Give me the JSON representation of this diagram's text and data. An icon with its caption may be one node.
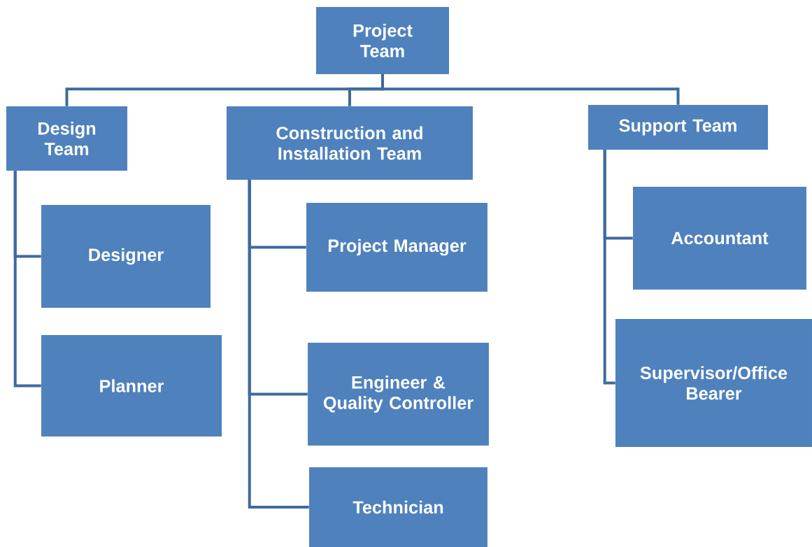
{
  "diagram": {
    "nodes": [
      {
        "text": [
          "Project Team"
        ]
      },
      {
        "text": [
          "Design Team"
        ]
      },
      {
        "text": [
          "Construction and Installation Team"
        ]
      },
      {
        "text": [
          "Support Team"
        ]
      },
      {
        "text": [
          "Designer"
        ]
      },
      {
        "text": [
          "Planner"
        ]
      },
      {
        "text": [
          "Project Manager"
        ]
      },
      {
        "text": [
          "Engineer & Quality Controller"
        ]
      },
      {
        "text": [
          "Technician"
        ]
      },
      {
        "text": [
          "Accountant"
        ]
      },
      {
        "text": [
          "Supervisor/Office Bearer"
        ]
      }
    ],
    "edges": [
      {
        "from": 0,
        "to": 1,
        "arrow": "none"
      },
      {
        "from": 0,
        "to": 2,
        "arrow": "none"
      },
      {
        "from": 0,
        "to": 3,
        "arrow": "none"
      },
      {
        "from": 1,
        "to": 4,
        "arrow": "none"
      },
      {
        "from": 1,
        "to": 5,
        "arrow": "none"
      },
      {
        "from": 2,
        "to": 6,
        "arrow": "none"
      },
      {
        "from": 2,
        "to": 7,
        "arrow": "none"
      },
      {
        "from": 2,
        "to": 8,
        "arrow": "none"
      },
      {
        "from": 3,
        "to": 9,
        "arrow": "none"
      },
      {
        "from": 3,
        "to": 10,
        "arrow": "none"
      }
    ]
  }
}
